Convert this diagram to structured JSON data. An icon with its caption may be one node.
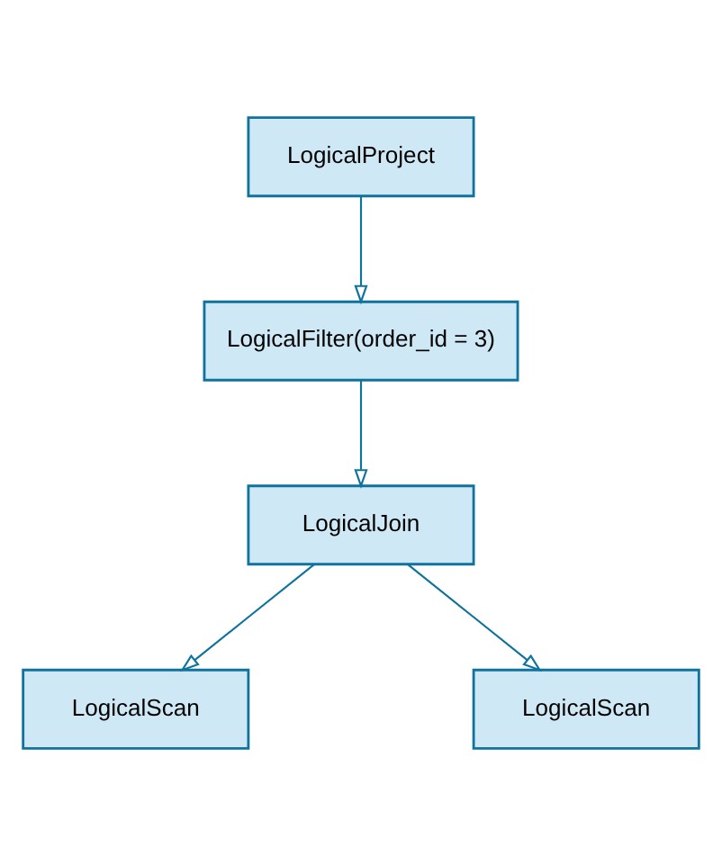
{
  "diagram": {
    "nodes": [
      {
        "text": [
          "LogicalProject"
        ]
      },
      {
        "text": [
          "LogicalFilter(order_id = 3)"
        ]
      },
      {
        "text": [
          "LogicalJoin"
        ]
      },
      {
        "text": [
          "LogicalScan"
        ]
      },
      {
        "text": [
          "LogicalScan"
        ]
      }
    ],
    "edges": [
      {
        "from": 0,
        "to": 1,
        "arrow": "to"
      },
      {
        "from": 1,
        "to": 2,
        "arrow": "to"
      },
      {
        "from": 2,
        "to": 3,
        "arrow": "to"
      },
      {
        "from": 2,
        "to": 4,
        "arrow": "to"
      }
    ]
  }
}
